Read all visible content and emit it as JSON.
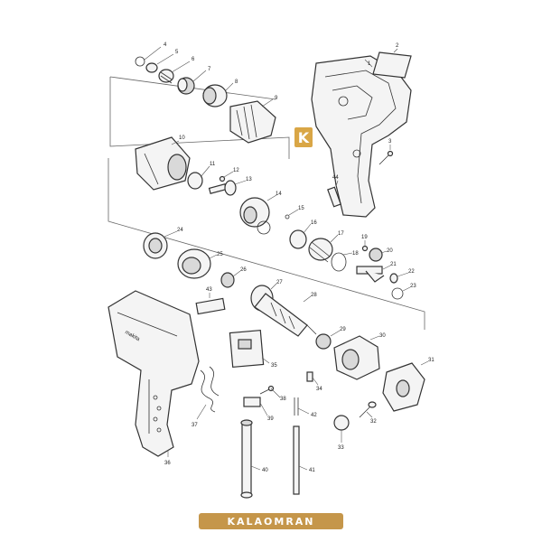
{
  "parts": [
    {
      "id": "p1",
      "n": "1"
    },
    {
      "id": "p2",
      "n": "2"
    },
    {
      "id": "p3",
      "n": "3"
    },
    {
      "id": "p4",
      "n": "4"
    },
    {
      "id": "p5",
      "n": "5"
    },
    {
      "id": "p6",
      "n": "6"
    },
    {
      "id": "p7",
      "n": "7"
    },
    {
      "id": "p8",
      "n": "8"
    },
    {
      "id": "p9",
      "n": "9"
    },
    {
      "id": "p10",
      "n": "10"
    },
    {
      "id": "p11",
      "n": "11"
    },
    {
      "id": "p12",
      "n": "12"
    },
    {
      "id": "p13",
      "n": "13"
    },
    {
      "id": "p14",
      "n": "14"
    },
    {
      "id": "p15",
      "n": "15"
    },
    {
      "id": "p16",
      "n": "16"
    },
    {
      "id": "p17",
      "n": "17"
    },
    {
      "id": "p18",
      "n": "18"
    },
    {
      "id": "p19",
      "n": "19"
    },
    {
      "id": "p20",
      "n": "20"
    },
    {
      "id": "p21",
      "n": "21"
    },
    {
      "id": "p22",
      "n": "22"
    },
    {
      "id": "p23",
      "n": "23"
    },
    {
      "id": "p24",
      "n": "24"
    },
    {
      "id": "p25",
      "n": "25"
    },
    {
      "id": "p26",
      "n": "26"
    },
    {
      "id": "p27",
      "n": "27"
    },
    {
      "id": "p28",
      "n": "28"
    },
    {
      "id": "p29",
      "n": "29"
    },
    {
      "id": "p30",
      "n": "30"
    },
    {
      "id": "p31",
      "n": "31"
    },
    {
      "id": "p32",
      "n": "32"
    },
    {
      "id": "p33",
      "n": "33"
    },
    {
      "id": "p34",
      "n": "34"
    },
    {
      "id": "p35",
      "n": "35"
    },
    {
      "id": "p36",
      "n": "36"
    },
    {
      "id": "p37",
      "n": "37"
    },
    {
      "id": "p38",
      "n": "38"
    },
    {
      "id": "p39",
      "n": "39"
    },
    {
      "id": "p40",
      "n": "40"
    },
    {
      "id": "p41",
      "n": "41"
    },
    {
      "id": "p42",
      "n": "42"
    },
    {
      "id": "p43",
      "n": "43"
    },
    {
      "id": "p44",
      "n": "44"
    },
    {
      "id": "p25b",
      "n": "25"
    },
    {
      "id": "p26b",
      "n": "26"
    }
  ],
  "brand": {
    "logo_text": "KALAOMRAN",
    "mark_text": "K",
    "accent": "#c5964a",
    "mark_color": "#d9a646"
  },
  "housing_brand": "makita"
}
